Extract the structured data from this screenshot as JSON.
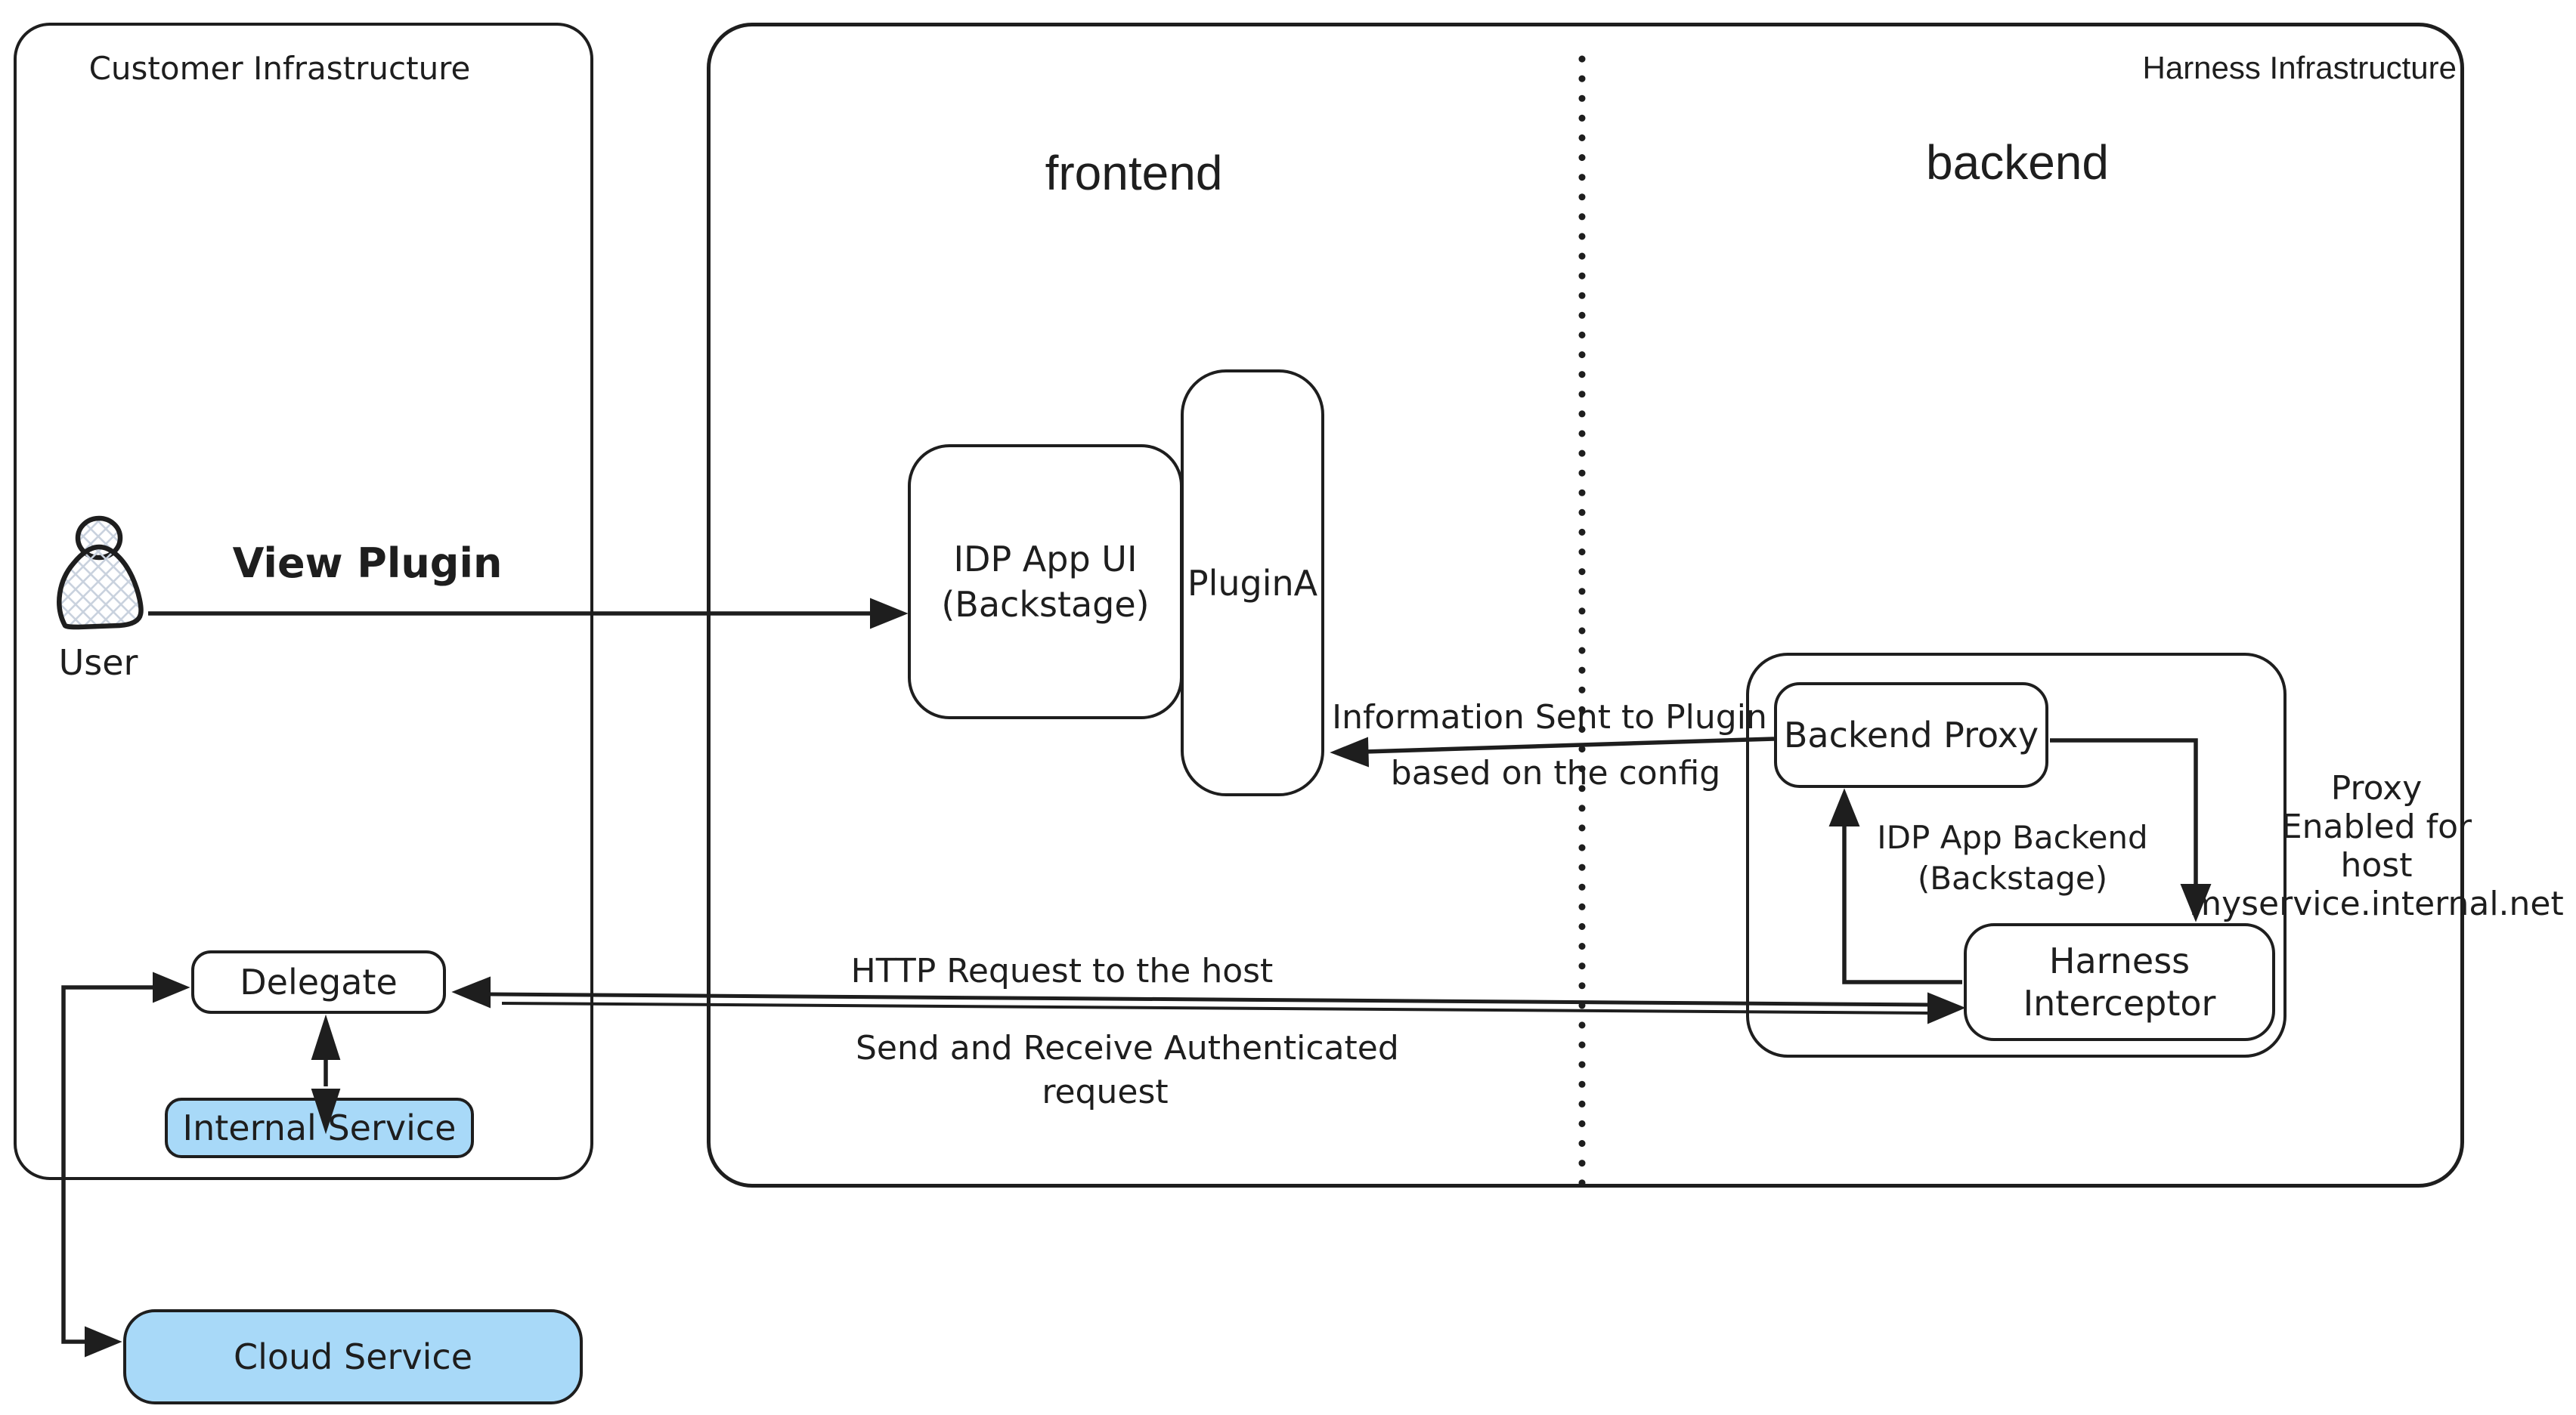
{
  "regions": {
    "customer": {
      "label": "Customer Infrastructure"
    },
    "harness": {
      "label": "Harness Infrastructure",
      "frontend_label": "frontend",
      "backend_label": "backend"
    }
  },
  "nodes": {
    "user": {
      "label": "User"
    },
    "idp_app_ui": {
      "line1": "IDP App UI",
      "line2": "(Backstage)"
    },
    "plugin_a": {
      "label": "PluginA"
    },
    "backend_group": {
      "line1": "IDP App Backend",
      "line2": "(Backstage)"
    },
    "backend_proxy": {
      "label": "Backend Proxy"
    },
    "harness_interceptor": {
      "line1": "Harness",
      "line2": "Interceptor"
    },
    "delegate": {
      "label": "Delegate"
    },
    "internal_service": {
      "label": "Internal Service"
    },
    "cloud_service": {
      "label": "Cloud Service"
    }
  },
  "edges": {
    "view_plugin": {
      "label": "View Plugin"
    },
    "info_to_plugin": {
      "line1": "Information Sent to Plugin",
      "line2": "based on the config"
    },
    "http_request": {
      "line1": "HTTP Request to the host",
      "line2": "Send and Receive Authenticated",
      "line3": "request"
    },
    "proxy_enabled": {
      "line1": "Proxy",
      "line2": "Enabled for",
      "line3": "host myservice.internal.net"
    }
  },
  "colors": {
    "stroke": "#1e1e1e",
    "service_fill": "#a8d9f8",
    "hatch": "#c9d2de",
    "background": "#ffffff"
  }
}
